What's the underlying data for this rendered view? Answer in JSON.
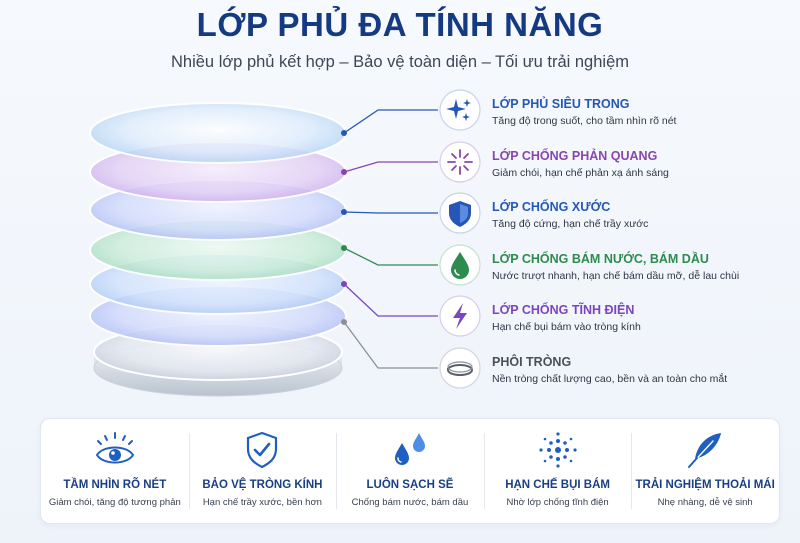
{
  "header": {
    "title": "LỚP PHỦ ĐA TÍNH NĂNG",
    "subtitle": "Nhiều lớp phủ kết hợp – Bảo vệ toàn diện – Tối ưu trải nghiệm"
  },
  "layers": [
    {
      "name": "LỚP PHỦ SIÊU TRONG",
      "desc": "Tăng độ trong suốt, cho tầm nhìn rõ nét",
      "icon": "sparkle-icon",
      "color": "#2557b8"
    },
    {
      "name": "LỚP CHỐNG PHẢN QUANG",
      "desc": "Giảm chói, hạn chế phản xạ ánh sáng",
      "icon": "glare-burst-icon",
      "color": "#8a44b0"
    },
    {
      "name": "LỚP CHỐNG XƯỚC",
      "desc": "Tăng độ cứng, hạn chế trầy xước",
      "icon": "shield-icon",
      "color": "#2557b8"
    },
    {
      "name": "LỚP CHỐNG BÁM NƯỚC, BÁM DẦU",
      "desc": "Nước trượt nhanh, hạn chế bám dầu mỡ, dễ lau chùi",
      "icon": "water-drop-icon",
      "color": "#2e8b4e"
    },
    {
      "name": "LỚP CHỐNG TĨNH ĐIỆN",
      "desc": "Hạn chế bụi bám vào tròng kính",
      "icon": "lightning-icon",
      "color": "#7b45c2"
    },
    {
      "name": "PHÔI TRÒNG",
      "desc": "Nền tròng chất lượng cao, bền và an toàn cho mắt",
      "icon": "lens-ring-icon",
      "color": "#4a4f58"
    }
  ],
  "benefits": [
    {
      "title": "TẦM NHÌN RÕ NÉT",
      "desc": "Giảm chói, tăng độ tương phản",
      "icon": "eye-icon"
    },
    {
      "title": "BẢO VỆ TRÒNG KÍNH",
      "desc": "Hạn chế trầy xước, bền hơn",
      "icon": "shield-check-icon"
    },
    {
      "title": "LUÔN SẠCH SẼ",
      "desc": "Chống bám nước, bám dầu",
      "icon": "water-drops-icon"
    },
    {
      "title": "HẠN CHẾ BỤI BÁM",
      "desc": "Nhờ lớp chống tĩnh điện",
      "icon": "dust-particles-icon"
    },
    {
      "title": "TRẢI NGHIỆM THOẢI MÁI",
      "desc": "Nhẹ nhàng, dễ vệ sinh",
      "icon": "feather-icon"
    }
  ],
  "colors": {
    "title": "#143a82",
    "accent": "#2557b8",
    "benefit_icon": "#1f5fbf"
  }
}
